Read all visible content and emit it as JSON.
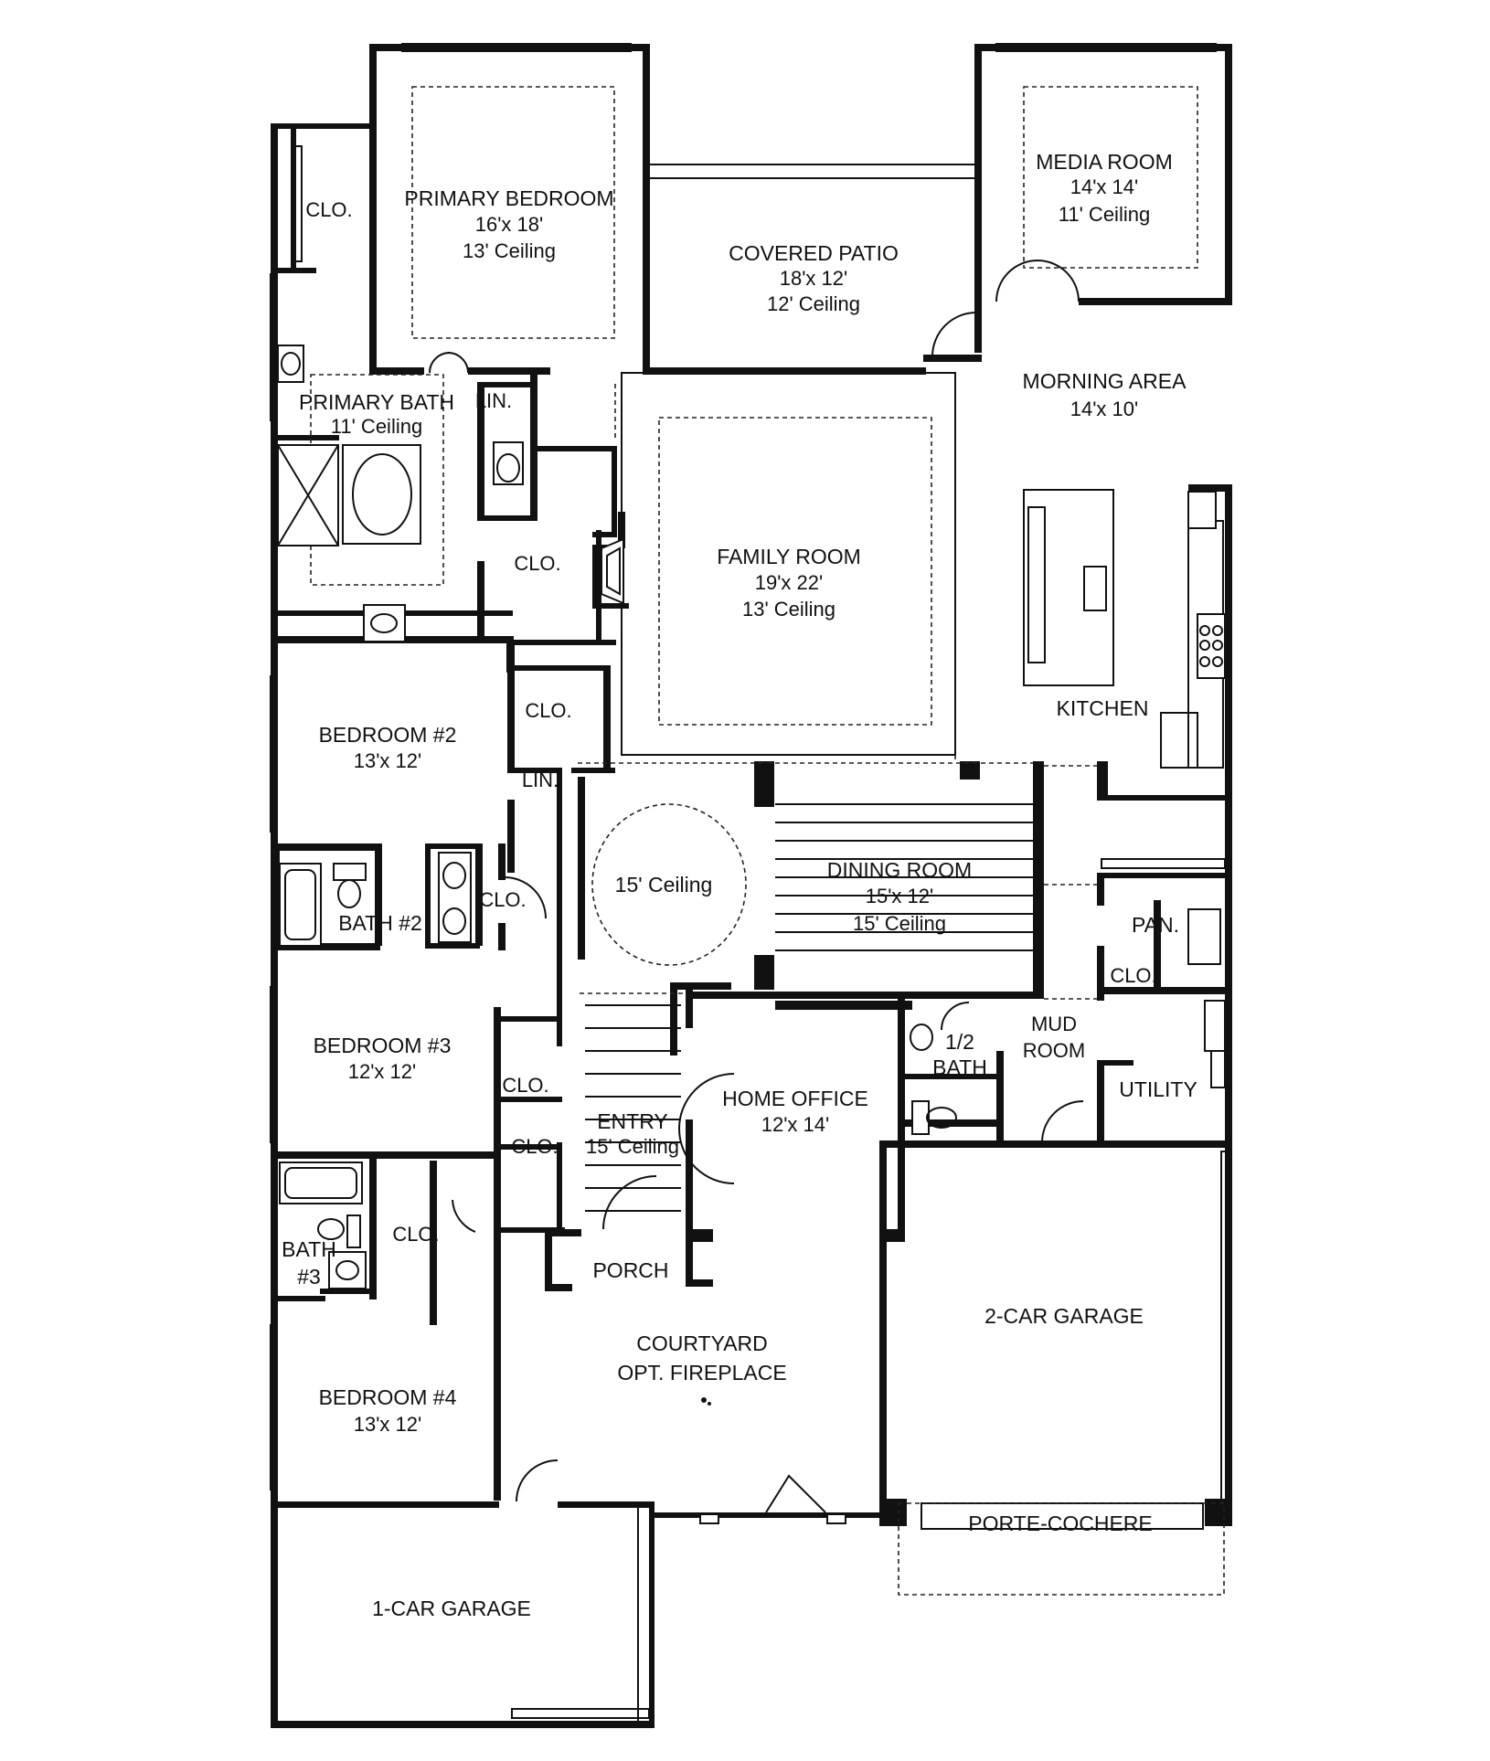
{
  "rooms": {
    "primary_bedroom": {
      "name": "PRIMARY BEDROOM",
      "size": "16'x 18'",
      "ceiling": "13' Ceiling"
    },
    "covered_patio": {
      "name": "COVERED PATIO",
      "size": "18'x 12'",
      "ceiling": "12' Ceiling"
    },
    "media_room": {
      "name": "MEDIA ROOM",
      "size": "14'x 14'",
      "ceiling": "11' Ceiling"
    },
    "primary_bath": {
      "name": "PRIMARY BATH",
      "ceiling": "11' Ceiling"
    },
    "morning_area": {
      "name": "MORNING AREA",
      "size": "14'x 10'"
    },
    "family_room": {
      "name": "FAMILY ROOM",
      "size": "19'x 22'",
      "ceiling": "13' Ceiling"
    },
    "kitchen": {
      "name": "KITCHEN"
    },
    "bedroom2": {
      "name": "BEDROOM #2",
      "size": "13'x 12'"
    },
    "rotunda": {
      "ceiling": "15' Ceiling"
    },
    "dining_room": {
      "name": "DINING ROOM",
      "size": "15'x 12'",
      "ceiling": "15' Ceiling"
    },
    "bath2": {
      "name": "BATH #2"
    },
    "pantry": {
      "name": "PAN."
    },
    "bedroom3": {
      "name": "BEDROOM #3",
      "size": "12'x 12'"
    },
    "half_bath": {
      "line1": "1/2",
      "line2": "BATH"
    },
    "mud_room": {
      "line1": "MUD",
      "line2": "ROOM"
    },
    "utility": {
      "name": "UTILITY"
    },
    "home_office": {
      "name": "HOME OFFICE",
      "size": "12'x 14'"
    },
    "entry": {
      "name": "ENTRY",
      "ceiling": "15' Ceiling"
    },
    "bath3": {
      "line1": "BATH",
      "line2": "#3"
    },
    "porch": {
      "name": "PORCH"
    },
    "courtyard": {
      "line1": "COURTYARD",
      "line2": "OPT. FIREPLACE"
    },
    "garage2": {
      "name": "2-CAR GARAGE"
    },
    "bedroom4": {
      "name": "BEDROOM #4",
      "size": "13'x 12'"
    },
    "porte_cochere": {
      "name": "PORTE-COCHERE"
    },
    "garage1": {
      "name": "1-CAR GARAGE"
    }
  },
  "small_labels": {
    "clo": "CLO.",
    "lin": "LIN."
  }
}
